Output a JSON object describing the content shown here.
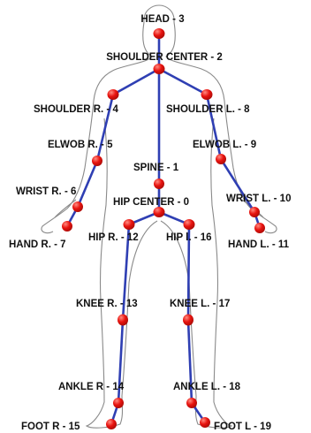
{
  "colors": {
    "bone": "#2f3fb3",
    "joint": "#e8130f",
    "joint_highlight": "#ff8a80",
    "outline": "#8a8a8a",
    "label": "#111111"
  },
  "joints": {
    "hip_center": "HIP CENTER - 0",
    "spine": "SPINE - 1",
    "shoulder_center": "SHOULDER CENTER - 2",
    "head": "HEAD - 3",
    "shoulder_r": "SHOULDER R. - 4",
    "elbow_r": "ELWOB R. - 5",
    "wrist_r": "WRIST R. - 6",
    "hand_r": "HAND R. - 7",
    "shoulder_l": "SHOULDER L. - 8",
    "elbow_l": "ELWOB L. - 9",
    "wrist_l": "WRIST L. - 10",
    "hand_l": "HAND L. - 11",
    "hip_r": "HIP R. - 12",
    "knee_r": "KNEE R. - 13",
    "ankle_r": "ANKLE R - 14",
    "foot_r": "FOOT R - 15",
    "hip_l": "HIP l. - 16",
    "knee_l": "KNEE L. - 17",
    "ankle_l": "ANKLE L. - 18",
    "foot_l": "FOOT L - 19"
  }
}
